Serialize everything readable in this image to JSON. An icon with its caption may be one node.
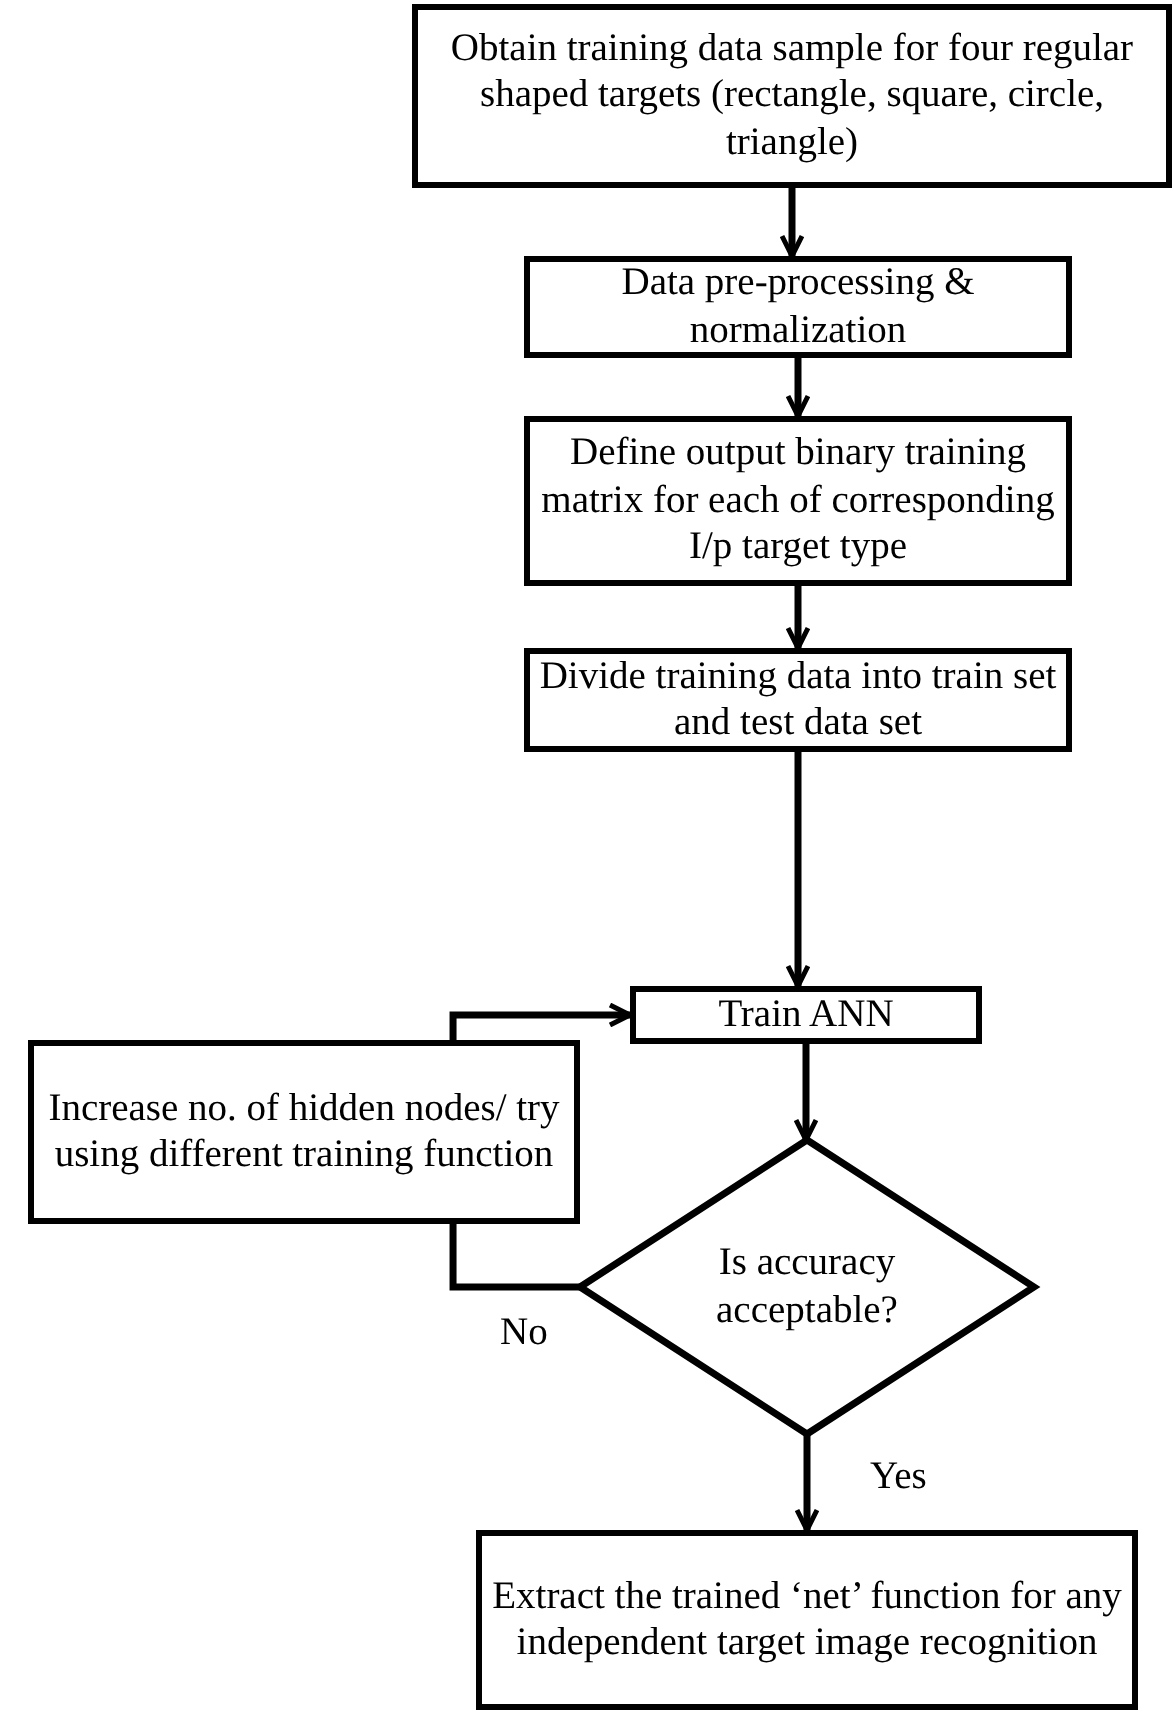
{
  "diagram": {
    "nodes": [
      {
        "text": [
          "Obtain training data sample for four regular shaped targets (rectangle, square, circle, triangle)"
        ]
      },
      {
        "text": [
          "Data pre-processing & normalization"
        ]
      },
      {
        "text": [
          "Define output binary training matrix for  each of corresponding I/p target type"
        ]
      },
      {
        "text": [
          "Divide training data into train set and test data set"
        ]
      },
      {
        "text": [
          "Train ANN"
        ]
      },
      {
        "text": [
          "Is accuracy acceptable?"
        ]
      },
      {
        "text": [
          "Increase no. of hidden nodes/ try using different training function"
        ]
      },
      {
        "text": [
          "Extract the trained ‘net’ function for any independent target image recognition"
        ]
      }
    ],
    "edges": [
      {
        "from": 0,
        "to": 1,
        "arrow": "to"
      },
      {
        "from": 1,
        "to": 2,
        "arrow": "to"
      },
      {
        "from": 2,
        "to": 3,
        "arrow": "to"
      },
      {
        "from": 3,
        "to": 4,
        "arrow": "to"
      },
      {
        "from": 4,
        "to": 5,
        "arrow": "to"
      },
      {
        "from": 5,
        "to": 6,
        "arrow": "none",
        "label": "No"
      },
      {
        "from": 6,
        "to": 4,
        "arrow": "to"
      },
      {
        "from": 5,
        "to": 7,
        "arrow": "to",
        "label": "Yes"
      }
    ]
  }
}
